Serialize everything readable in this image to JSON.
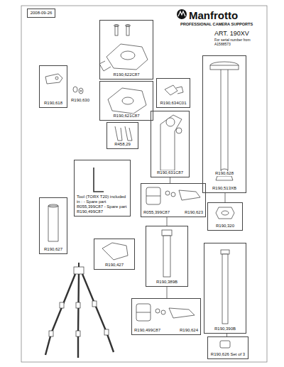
{
  "diagram": {
    "nodes": [
      {
        "text": [
          "2008-09-26"
        ]
      },
      {
        "text": [
          "R190,618"
        ]
      },
      {
        "text": [
          "R190,622C87"
        ]
      },
      {
        "text": [
          "R190,634C01"
        ]
      },
      {
        "text": [
          "R190,621C87"
        ]
      },
      {
        "text": [
          "R458,29"
        ]
      },
      {
        "text": [
          "R190,631C87"
        ]
      },
      {
        "text": [
          "R190,628",
          "R190,513XB"
        ]
      },
      {
        "text": [
          "Tool (TORX T20) included in : - Spare part R055,399C87 - Spare part R190,499C87"
        ]
      },
      {
        "text": [
          "R055,399C87",
          "R190,623"
        ]
      },
      {
        "text": [
          "R190,320"
        ]
      },
      {
        "text": [
          "R190,627"
        ]
      },
      {
        "text": [
          "R190,427"
        ]
      },
      {
        "text": [
          "R190,389B"
        ]
      },
      {
        "text": [
          "R190,390B"
        ]
      },
      {
        "text": [
          "R190,499C87",
          "R190,624"
        ]
      },
      {
        "text": [
          "R190,626 Set of 3"
        ]
      }
    ],
    "edges": [
      {
        "from": 6,
        "to": 9,
        "arrow": "none"
      },
      {
        "from": 9,
        "to": 13,
        "arrow": "none"
      },
      {
        "from": 13,
        "to": 15,
        "arrow": "none"
      },
      {
        "from": 7,
        "to": 10,
        "arrow": "none"
      },
      {
        "from": 14,
        "to": 16,
        "arrow": "none"
      }
    ],
    "labels": [
      "Manfrotto",
      "PROFESSIONAL CAMERA SUPPORTS",
      "ART. 190XV",
      "For serial number from A1588573",
      "R190,630"
    ]
  }
}
